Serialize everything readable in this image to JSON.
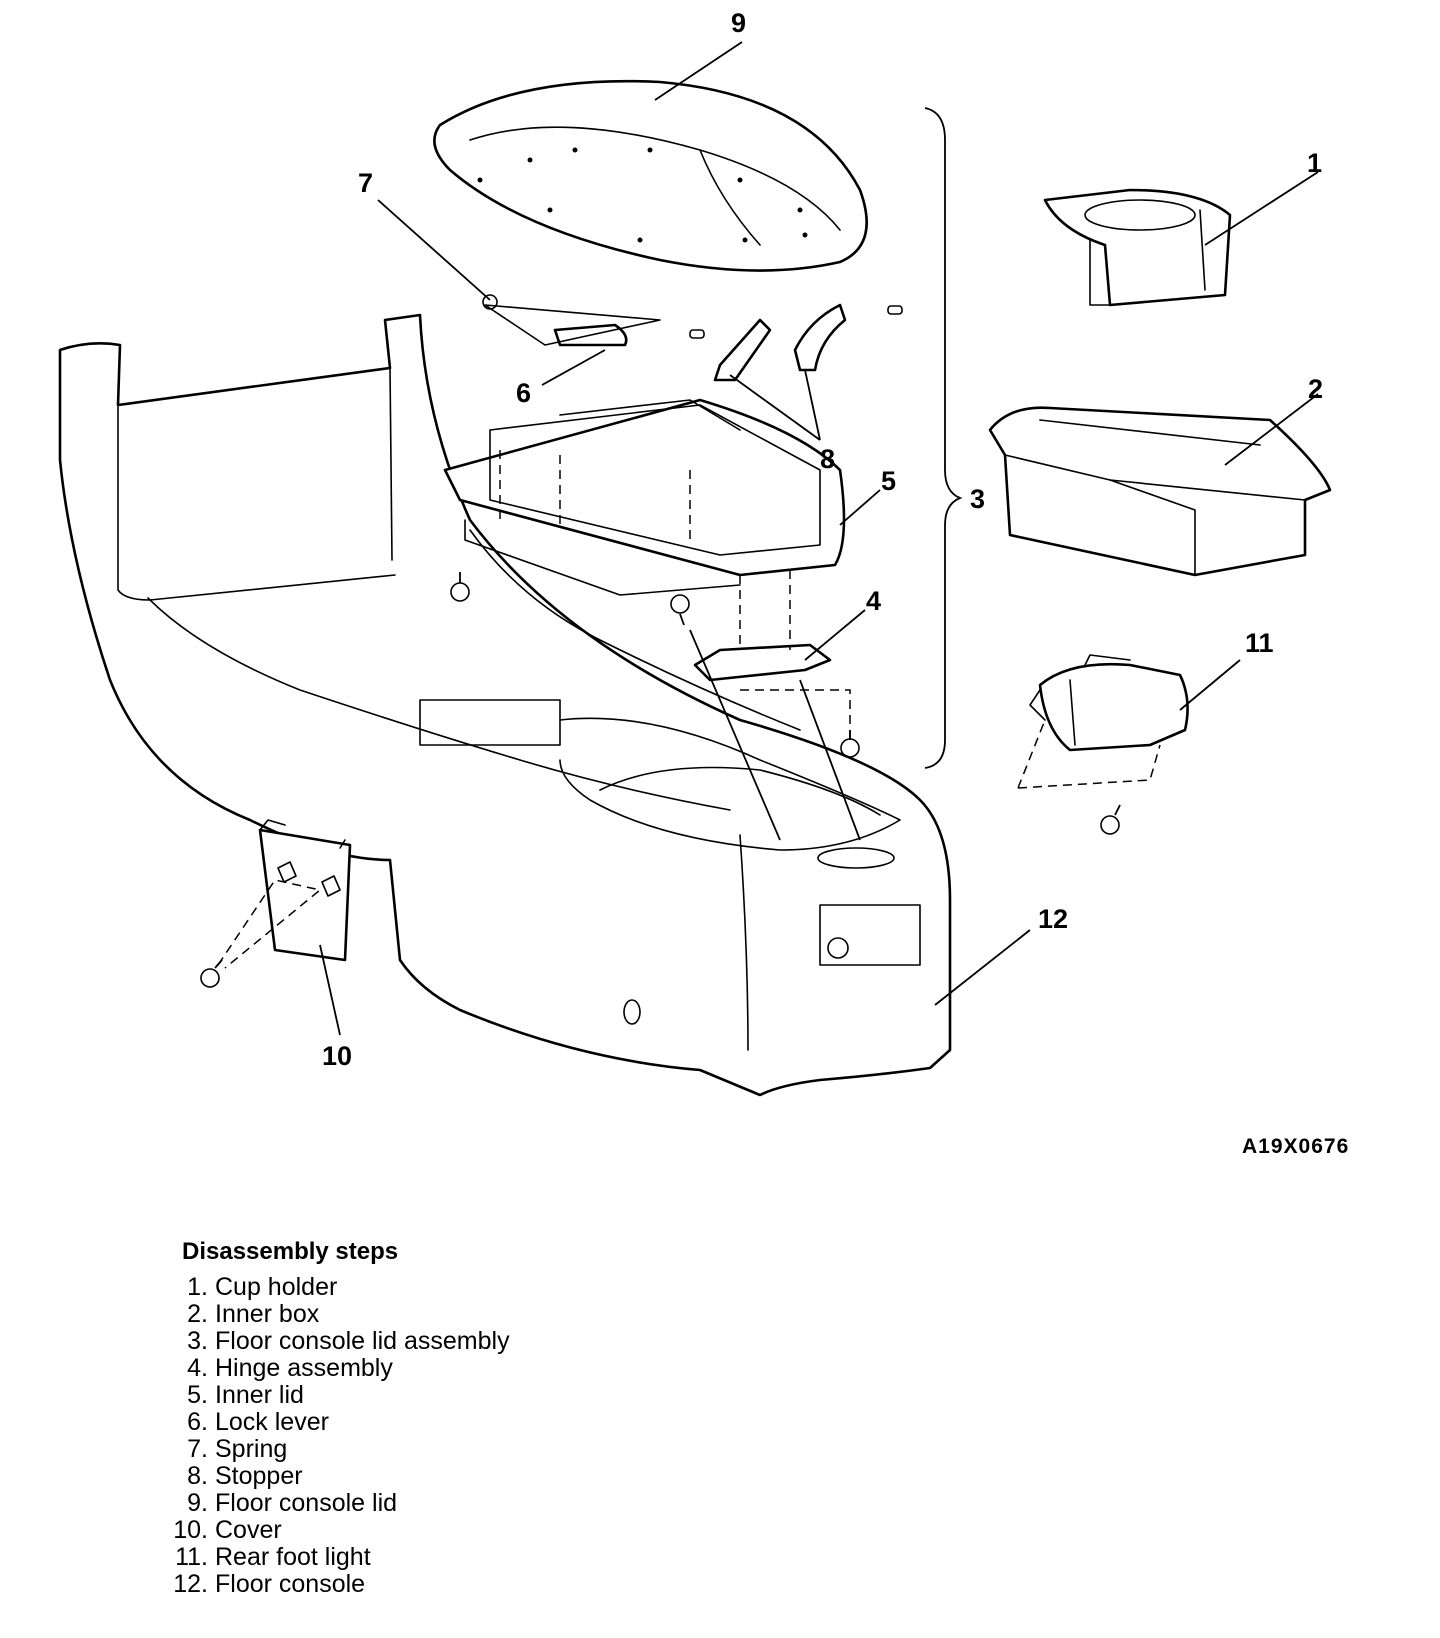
{
  "callouts": {
    "c1": "1",
    "c2": "2",
    "c3": "3",
    "c4": "4",
    "c5": "5",
    "c6": "6",
    "c7": "7",
    "c8": "8",
    "c9": "9",
    "c10": "10",
    "c11": "11",
    "c12": "12"
  },
  "figure_id": "A19X0676",
  "steps": {
    "title": "Disassembly steps",
    "items": [
      {
        "num": "1.",
        "label": "Cup holder"
      },
      {
        "num": "2.",
        "label": "Inner box"
      },
      {
        "num": "3.",
        "label": "Floor console lid assembly"
      },
      {
        "num": "4.",
        "label": "Hinge assembly"
      },
      {
        "num": "5.",
        "label": "Inner lid"
      },
      {
        "num": "6.",
        "label": "Lock lever"
      },
      {
        "num": "7.",
        "label": "Spring"
      },
      {
        "num": "8.",
        "label": "Stopper"
      },
      {
        "num": "9.",
        "label": "Floor console lid"
      },
      {
        "num": "10.",
        "label": "Cover"
      },
      {
        "num": "11.",
        "label": "Rear foot light"
      },
      {
        "num": "12.",
        "label": "Floor console"
      }
    ]
  }
}
